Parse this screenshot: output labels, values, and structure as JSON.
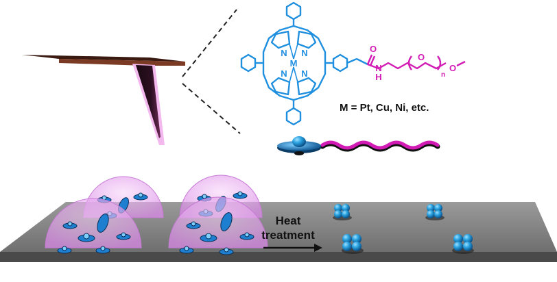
{
  "molecule": {
    "metal_center": "M",
    "nitrogen": "N",
    "amide_oxygen": "O",
    "amide_nitrogen": "N",
    "amide_hydrogen": "H",
    "chain_oxygen": "O",
    "chain_index": "n",
    "terminal_oxygen": "O"
  },
  "metal_label": "M = Pt, Cu, Ni, etc.",
  "process_label": {
    "line1": "Heat",
    "line2": "treatment"
  },
  "colors": {
    "porphyrin": "#1f8fe0",
    "peg_chain": "#d21ab4",
    "cantilever": "#5a2b1c",
    "dome": "#e7a3f0",
    "substrate": "#7d7d7d",
    "nanoparticle": "#1e9ad6"
  }
}
